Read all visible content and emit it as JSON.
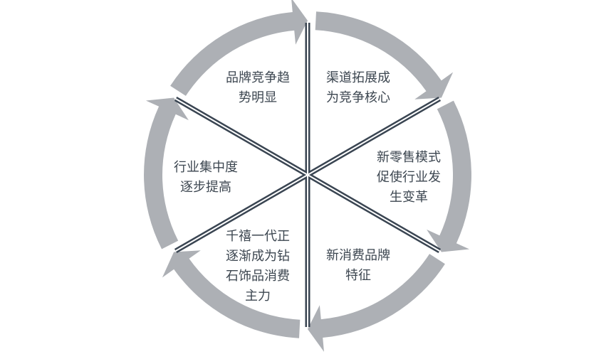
{
  "diagram": {
    "type": "cycle",
    "colors": {
      "arrow": "#adb0b5",
      "divider": "#3a4552",
      "divider_highlight": "#ffffff",
      "text": "#3c4650"
    },
    "segments": [
      {
        "lines": [
          "渠道拓展成",
          "为竞争核心"
        ]
      },
      {
        "lines": [
          "新零售模式",
          "促使行业发",
          "生变革"
        ]
      },
      {
        "lines": [
          "新消费品牌",
          "特征"
        ]
      },
      {
        "lines": [
          "千禧一代正",
          "逐渐成为钻",
          "石饰品消费",
          "主力"
        ]
      },
      {
        "lines": [
          "行业集中度",
          "逐步提高"
        ]
      },
      {
        "lines": [
          "品牌竞争趋",
          "势明显"
        ]
      }
    ]
  }
}
